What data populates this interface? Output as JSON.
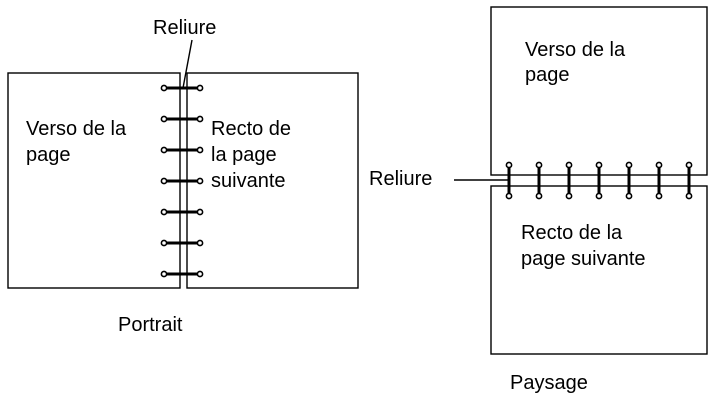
{
  "portrait": {
    "binding_label": "Reliure",
    "left_page_lines": [
      "Verso de la",
      "page"
    ],
    "right_page_lines": [
      "Recto de",
      "la page",
      "suivante"
    ],
    "caption": "Portrait",
    "ring_count": 7
  },
  "landscape": {
    "binding_label": "Reliure",
    "top_page_lines": [
      "Verso de la",
      "page"
    ],
    "bottom_page_lines": [
      "Recto de la",
      "page suivante"
    ],
    "caption": "Paysage",
    "ring_count": 7
  },
  "colors": {
    "stroke": "#000000",
    "background": "#ffffff"
  }
}
